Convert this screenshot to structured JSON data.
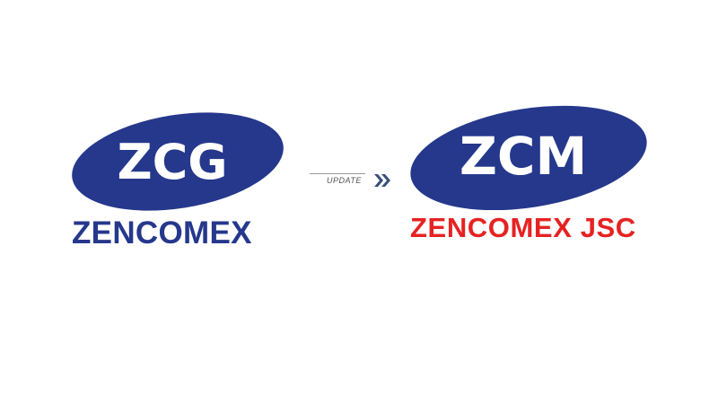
{
  "old_logo": {
    "emblem_text": "ZCG",
    "name": "ZENCOMEX",
    "emblem_color": "#25388c",
    "name_color": "#25388c"
  },
  "divider": {
    "label": "UPDATE",
    "icon": "double-chevron-right-icon",
    "icon_color": "#3a4f7a"
  },
  "new_logo": {
    "emblem_text": "ZCM",
    "name": "ZENCOMEX JSC",
    "emblem_color": "#25388c",
    "name_color": "#e62222"
  }
}
